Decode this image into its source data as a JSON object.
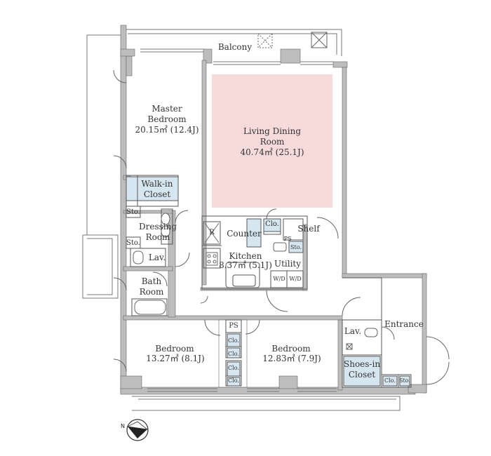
{
  "colors": {
    "wall": "#bdbdbd",
    "wall_dark": "#8a8a8a",
    "line": "#555555",
    "living_fill": "#f7dada",
    "closet_fill": "#d6e6f0",
    "floor": "#ffffff"
  },
  "rooms": {
    "balcony": "Balcony",
    "master_bedroom": {
      "name": "Master\nBedroom",
      "area": "20.15㎡ (12.4J)"
    },
    "living_dining": {
      "name": "Living Dining\nRoom",
      "area": "40.74㎡ (25.1J)"
    },
    "walk_in_closet": "Walk-in\nCloset",
    "dressing_room": "Dressing\nRoom",
    "lav_left": "Lav.",
    "bath_room": "Bath\nRoom",
    "counter": "Counter",
    "kitchen": {
      "name": "Kitchen",
      "area": "8.37㎡ (5.1J)"
    },
    "utility": "Utility",
    "shelf": "Shelf",
    "bedroom_left": {
      "name": "Bedroom",
      "area": "13.27㎡ (8.1J)"
    },
    "bedroom_right": {
      "name": "Bedroom",
      "area": "12.83㎡ (7.9J)"
    },
    "lav_right": "Lav.",
    "entrance": "Entrance",
    "shoes_in_closet": "Shoes-in\nCloset"
  },
  "small_labels": {
    "sto_1": "Sto.",
    "sto_2": "Sto.",
    "sto_3": "Sto.",
    "sto_4": "Sto.",
    "clo_kitchen": "Clo.",
    "clo_1": "Clo.",
    "clo_2": "Clo.",
    "clo_3": "Clo.",
    "clo_4": "Clo.",
    "clo_entrance": "Clo.",
    "ps_1": "PS",
    "ps_2": "PS",
    "r": "R",
    "wd_1": "W/D",
    "wd_2": "W/D"
  },
  "icons": {
    "north": "north-arrow-icon",
    "skylight": "x-box-icon"
  }
}
